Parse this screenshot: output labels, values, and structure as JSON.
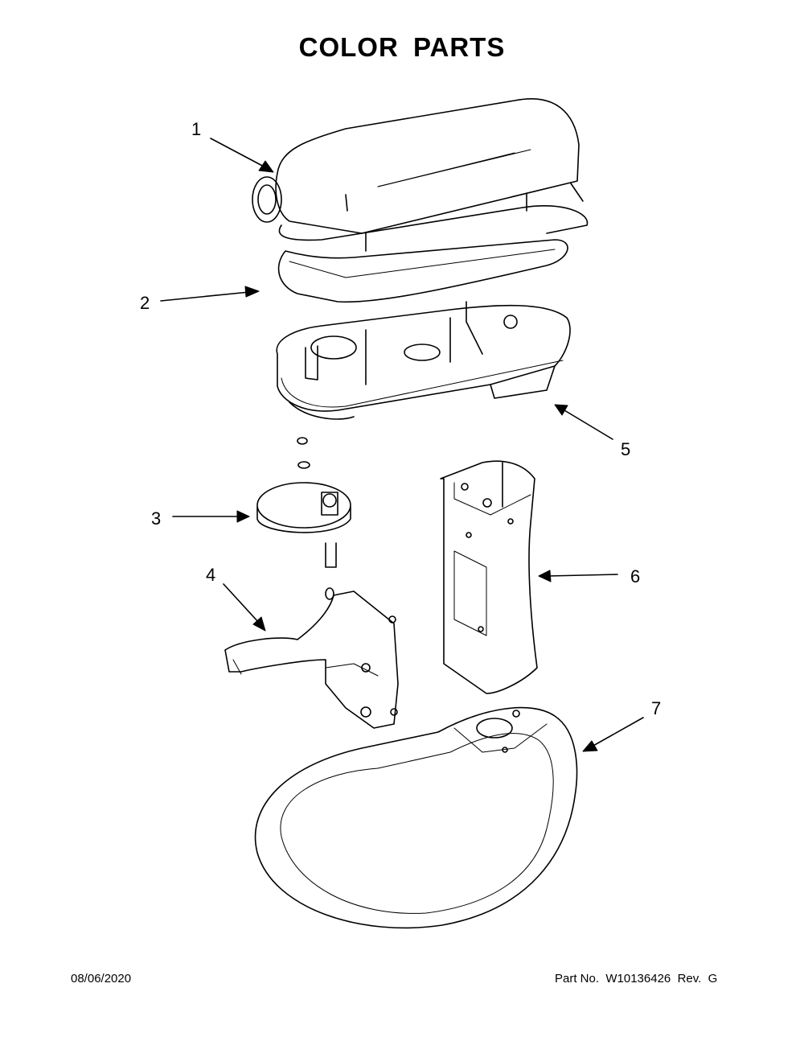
{
  "title": "COLOR PARTS",
  "callouts": [
    {
      "label": "1",
      "part": "head-cover"
    },
    {
      "label": "2",
      "part": "trim-band"
    },
    {
      "label": "3",
      "part": "planetary"
    },
    {
      "label": "4",
      "part": "bowl-clamp-lever"
    },
    {
      "label": "5",
      "part": "motor-housing-base"
    },
    {
      "label": "6",
      "part": "pedestal"
    },
    {
      "label": "7",
      "part": "base-plate"
    }
  ],
  "footer": {
    "date": "08/06/2020",
    "part_number": "Part No.  W10136426  Rev.  G"
  }
}
